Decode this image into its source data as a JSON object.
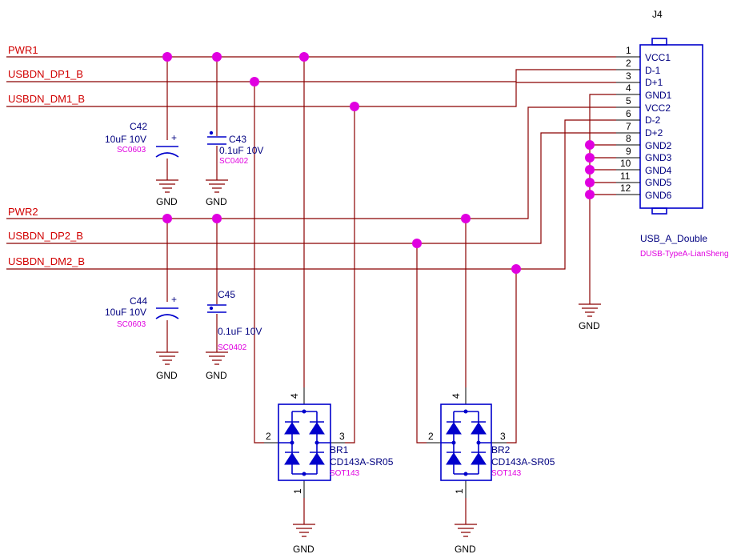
{
  "nets": {
    "pwr1": "PWR1",
    "dp1": "USBDN_DP1_B",
    "dm1": "USBDN_DM1_B",
    "pwr2": "PWR2",
    "dp2": "USBDN_DP2_B",
    "dm2": "USBDN_DM2_B"
  },
  "gnd_label": "GND",
  "connector": {
    "ref": "J4",
    "value": "USB_A_Double",
    "footprint": "DUSB-TypeA-LianSheng",
    "pins": [
      {
        "num": "1",
        "name": "VCC1"
      },
      {
        "num": "2",
        "name": "D-1"
      },
      {
        "num": "3",
        "name": "D+1"
      },
      {
        "num": "4",
        "name": "GND1"
      },
      {
        "num": "5",
        "name": "VCC2"
      },
      {
        "num": "6",
        "name": "D-2"
      },
      {
        "num": "7",
        "name": "D+2"
      },
      {
        "num": "8",
        "name": "GND2"
      },
      {
        "num": "9",
        "name": "GND3"
      },
      {
        "num": "10",
        "name": "GND4"
      },
      {
        "num": "11",
        "name": "GND5"
      },
      {
        "num": "12",
        "name": "GND6"
      }
    ]
  },
  "capacitors": {
    "c42": {
      "ref": "C42",
      "value": "10uF 10V",
      "footprint": "SC0603",
      "polarity": "+"
    },
    "c43": {
      "ref": "C43",
      "value": "0.1uF 10V",
      "footprint": "SC0402"
    },
    "c44": {
      "ref": "C44",
      "value": "10uF 10V",
      "footprint": "SC0603",
      "polarity": "+"
    },
    "c45": {
      "ref": "C45",
      "value": "0.1uF 10V",
      "footprint": "SC0402"
    }
  },
  "protectors": {
    "br1": {
      "ref": "BR1",
      "value": "CD143A-SR05",
      "footprint": "SOT143",
      "pin1": "1",
      "pin2": "2",
      "pin3": "3",
      "pin4": "4"
    },
    "br2": {
      "ref": "BR2",
      "value": "CD143A-SR05",
      "footprint": "SOT143",
      "pin1": "1",
      "pin2": "2",
      "pin3": "3",
      "pin4": "4"
    }
  }
}
